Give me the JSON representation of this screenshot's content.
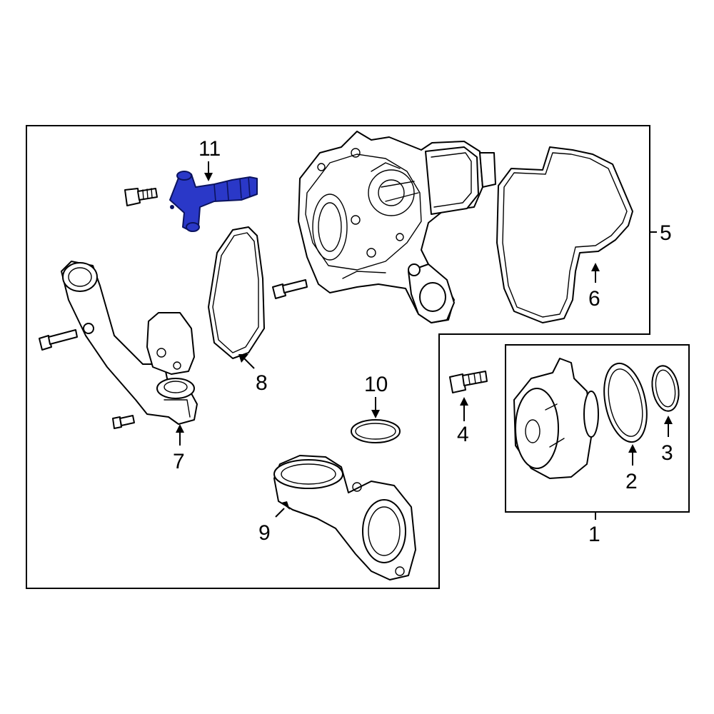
{
  "callouts": [
    {
      "id": "1",
      "text": "1"
    },
    {
      "id": "2",
      "text": "2"
    },
    {
      "id": "3",
      "text": "3"
    },
    {
      "id": "4",
      "text": "4"
    },
    {
      "id": "5",
      "text": "5"
    },
    {
      "id": "6",
      "text": "6"
    },
    {
      "id": "7",
      "text": "7"
    },
    {
      "id": "8",
      "text": "8"
    },
    {
      "id": "9",
      "text": "9"
    },
    {
      "id": "10",
      "text": "10"
    },
    {
      "id": "11",
      "text": "11"
    }
  ],
  "highlight_color": "#2a38c8",
  "line_color": "#000000",
  "background_color": "#ffffff"
}
